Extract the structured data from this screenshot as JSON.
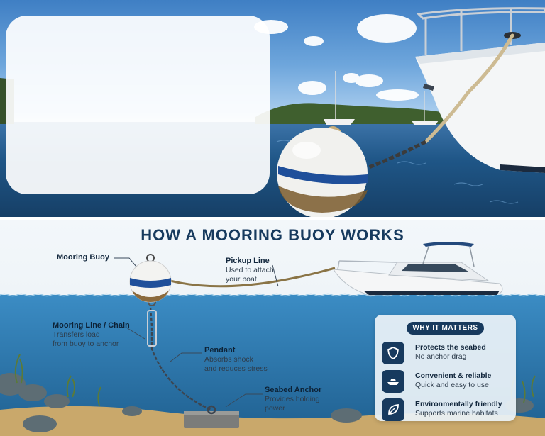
{
  "diagram": {
    "title": "HOW A MOORING BUOY WORKS",
    "labels": {
      "buoy": {
        "title": "Mooring Buoy"
      },
      "pickup": {
        "title": "Pickup Line",
        "line1": "Used to attach",
        "line2": "your boat"
      },
      "chain": {
        "title": "Mooring Line / Chain",
        "line1": "Transfers load",
        "line2": "from buoy to anchor"
      },
      "pendant": {
        "title": "Pendant",
        "line1": "Absorbs shock",
        "line2": "and reduces stress"
      },
      "anchor": {
        "title": "Seabed Anchor",
        "line1": "Provides holding",
        "line2": "power"
      }
    },
    "why": {
      "badge": "WHY IT MATTERS",
      "items": [
        {
          "icon": "shield-icon",
          "title": "Protects the seabed",
          "desc": "No anchor drag"
        },
        {
          "icon": "boat-icon",
          "title": "Convenient & reliable",
          "desc": "Quick and easy to use"
        },
        {
          "icon": "leaf-icon",
          "title": "Environmentally friendly",
          "desc": "Supports marine habitats"
        }
      ]
    }
  },
  "colors": {
    "navy": "#173a5e",
    "buoy_stripe": "#1f4f9a",
    "water": "#2d7bb0"
  }
}
